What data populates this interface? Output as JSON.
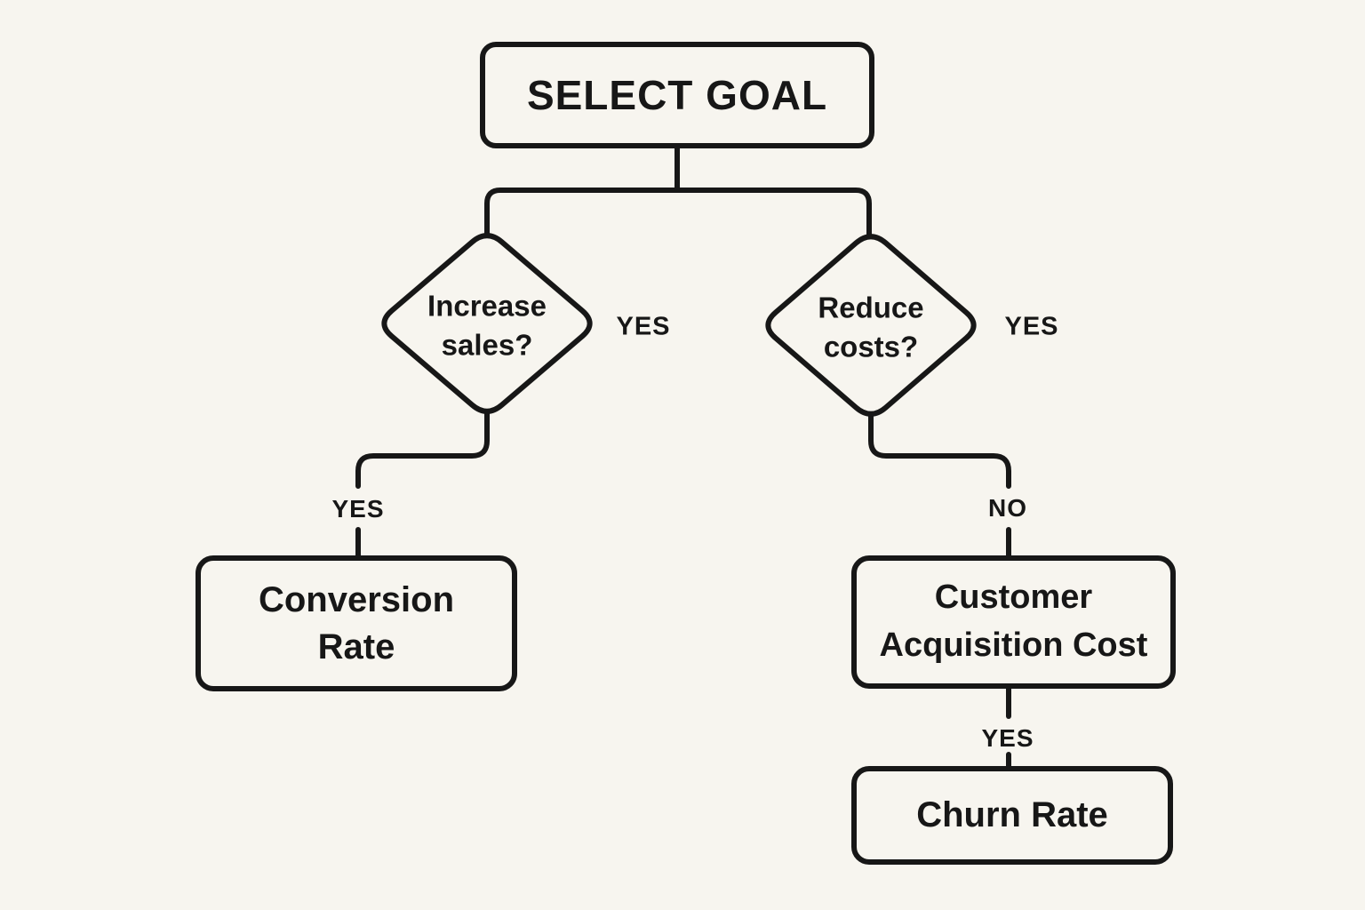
{
  "diagram": {
    "type": "flowchart-decision-tree",
    "background_color": "#F7F5EF",
    "ink_color": "#171717",
    "nodes": {
      "select_goal": {
        "label": "SELECT GOAL",
        "shape": "rounded-rect"
      },
      "increase_sales": {
        "line1": "Increase",
        "line2": "sales?",
        "shape": "diamond"
      },
      "reduce_costs": {
        "line1": "Reduce",
        "line2": "costs?",
        "shape": "diamond"
      },
      "conversion_rate": {
        "line1": "Conversion",
        "line2": "Rate",
        "shape": "rounded-rect"
      },
      "customer_acquisition_cost": {
        "line1": "Customer",
        "line2": "Acquisition Cost",
        "shape": "rounded-rect"
      },
      "churn_rate": {
        "label": "Churn Rate",
        "shape": "rounded-rect"
      }
    },
    "edge_labels": {
      "increase_sales_side": "YES",
      "reduce_costs_side": "YES",
      "increase_sales_to_conversion_rate": "YES",
      "reduce_costs_to_cac": "NO",
      "cac_to_churn_rate": "YES"
    }
  }
}
